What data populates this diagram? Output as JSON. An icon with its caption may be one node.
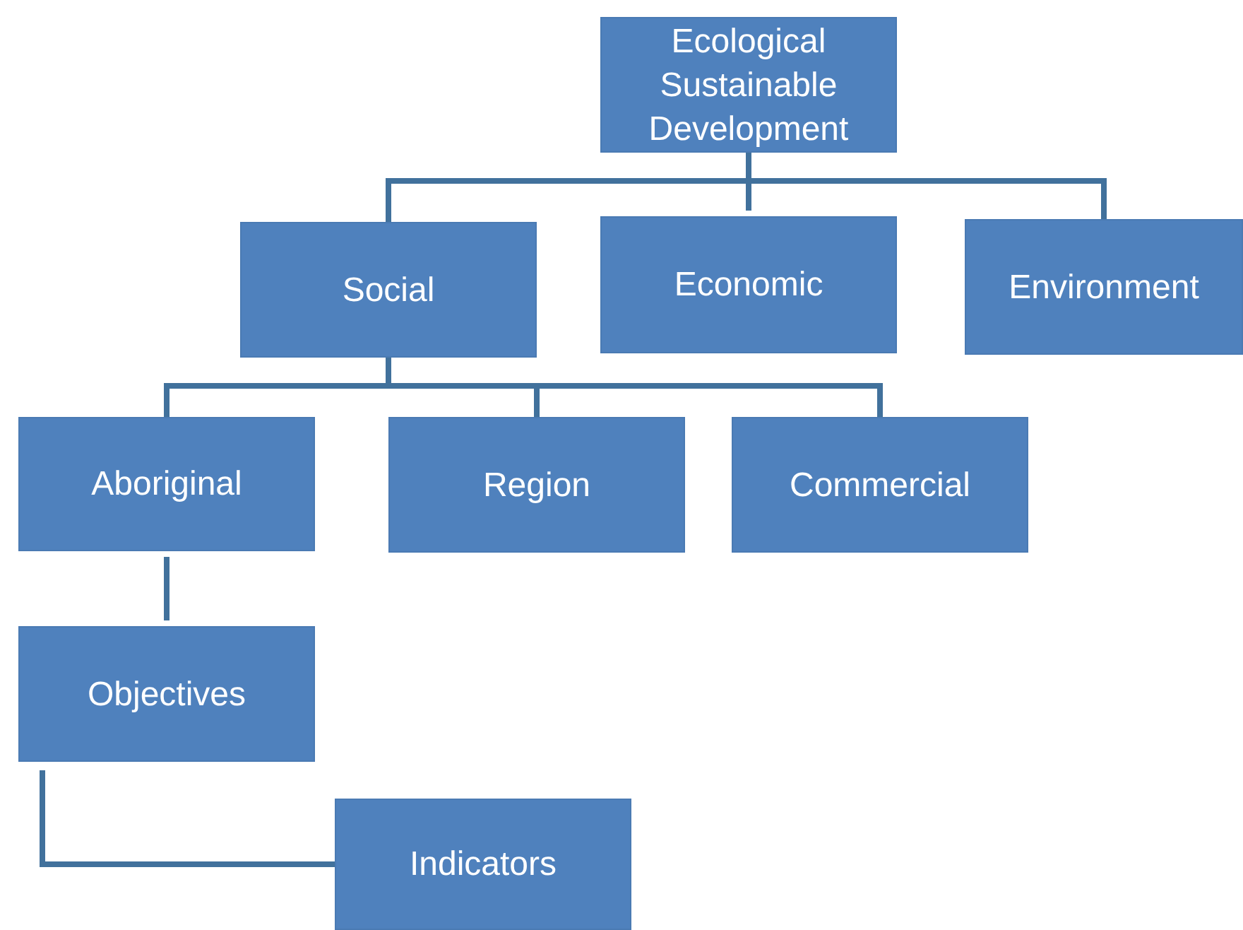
{
  "diagram": {
    "nodes": [
      {
        "text": [
          "Ecological Sustainable Development"
        ]
      },
      {
        "text": [
          "Social"
        ]
      },
      {
        "text": [
          "Economic"
        ]
      },
      {
        "text": [
          "Environment"
        ]
      },
      {
        "text": [
          "Aboriginal"
        ]
      },
      {
        "text": [
          "Region"
        ]
      },
      {
        "text": [
          "Commercial"
        ]
      },
      {
        "text": [
          "Objectives"
        ]
      },
      {
        "text": [
          "Indicators"
        ]
      }
    ],
    "edges": [
      {
        "from": 0,
        "to": 1,
        "arrow": "none"
      },
      {
        "from": 0,
        "to": 2,
        "arrow": "none"
      },
      {
        "from": 0,
        "to": 3,
        "arrow": "none"
      },
      {
        "from": 1,
        "to": 4,
        "arrow": "none"
      },
      {
        "from": 1,
        "to": 5,
        "arrow": "none"
      },
      {
        "from": 1,
        "to": 6,
        "arrow": "none"
      },
      {
        "from": 4,
        "to": 7,
        "arrow": "none"
      },
      {
        "from": 7,
        "to": 8,
        "arrow": "none"
      }
    ]
  }
}
